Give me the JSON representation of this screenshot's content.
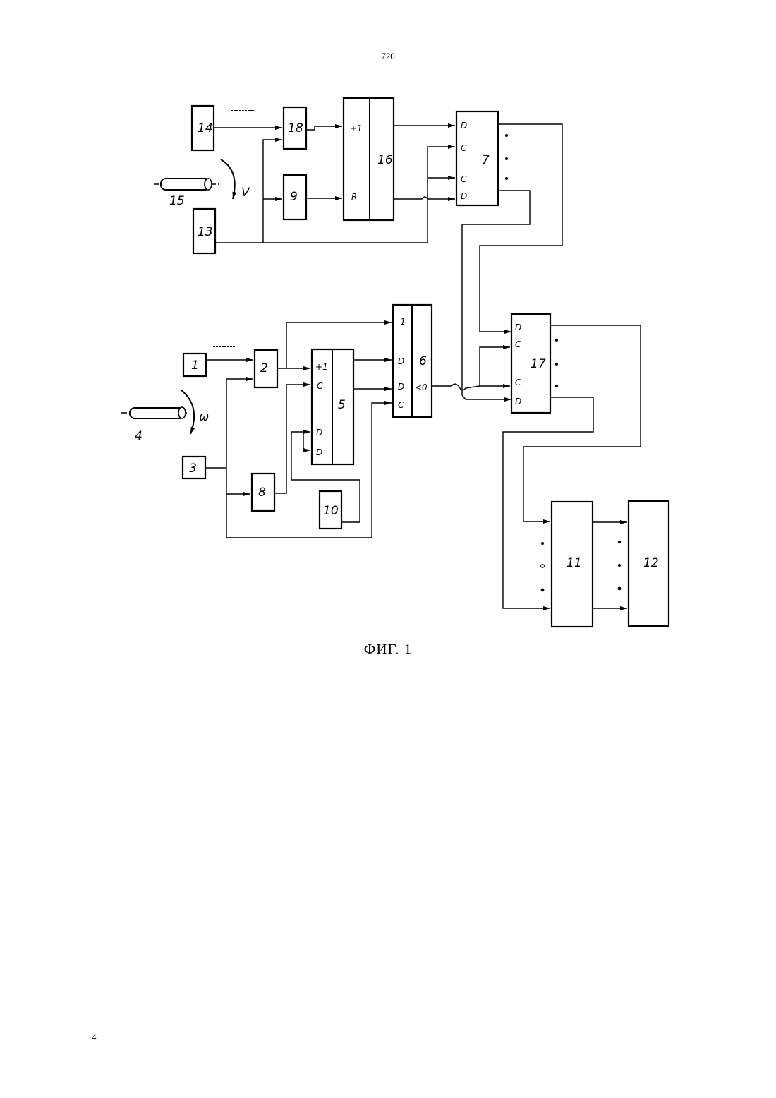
{
  "header": {
    "page_number": "720"
  },
  "footer": {
    "page_number": "4"
  },
  "figure": {
    "caption": "ФИГ. 1",
    "blocks": {
      "b1": "1",
      "b2": "2",
      "b3": "3",
      "b4": "4",
      "b5": "5",
      "b6": "6",
      "b7": "7",
      "b8": "8",
      "b9": "9",
      "b10": "10",
      "b11": "11",
      "b12": "12",
      "b13": "13",
      "b14": "14",
      "b15": "15",
      "b16": "16",
      "b17": "17",
      "b18": "18"
    },
    "symbols": {
      "velocity": "V",
      "angular": "ω"
    },
    "pins": {
      "b16_plus": "+1",
      "b16_reset": "R",
      "b7_d1": "D",
      "b7_c1": "C",
      "b7_c2": "C",
      "b7_d2": "D",
      "b5_plus": "+1",
      "b5_c": "C",
      "b5_d1": "D",
      "b5_d2": "D",
      "b6_minus": "-1",
      "b6_d1": "D",
      "b6_d2": "D",
      "b6_c": "C",
      "b6_zero": "<0",
      "b17_d1": "D",
      "b17_c1": "C",
      "b17_c2": "C",
      "b17_d2": "D"
    }
  }
}
